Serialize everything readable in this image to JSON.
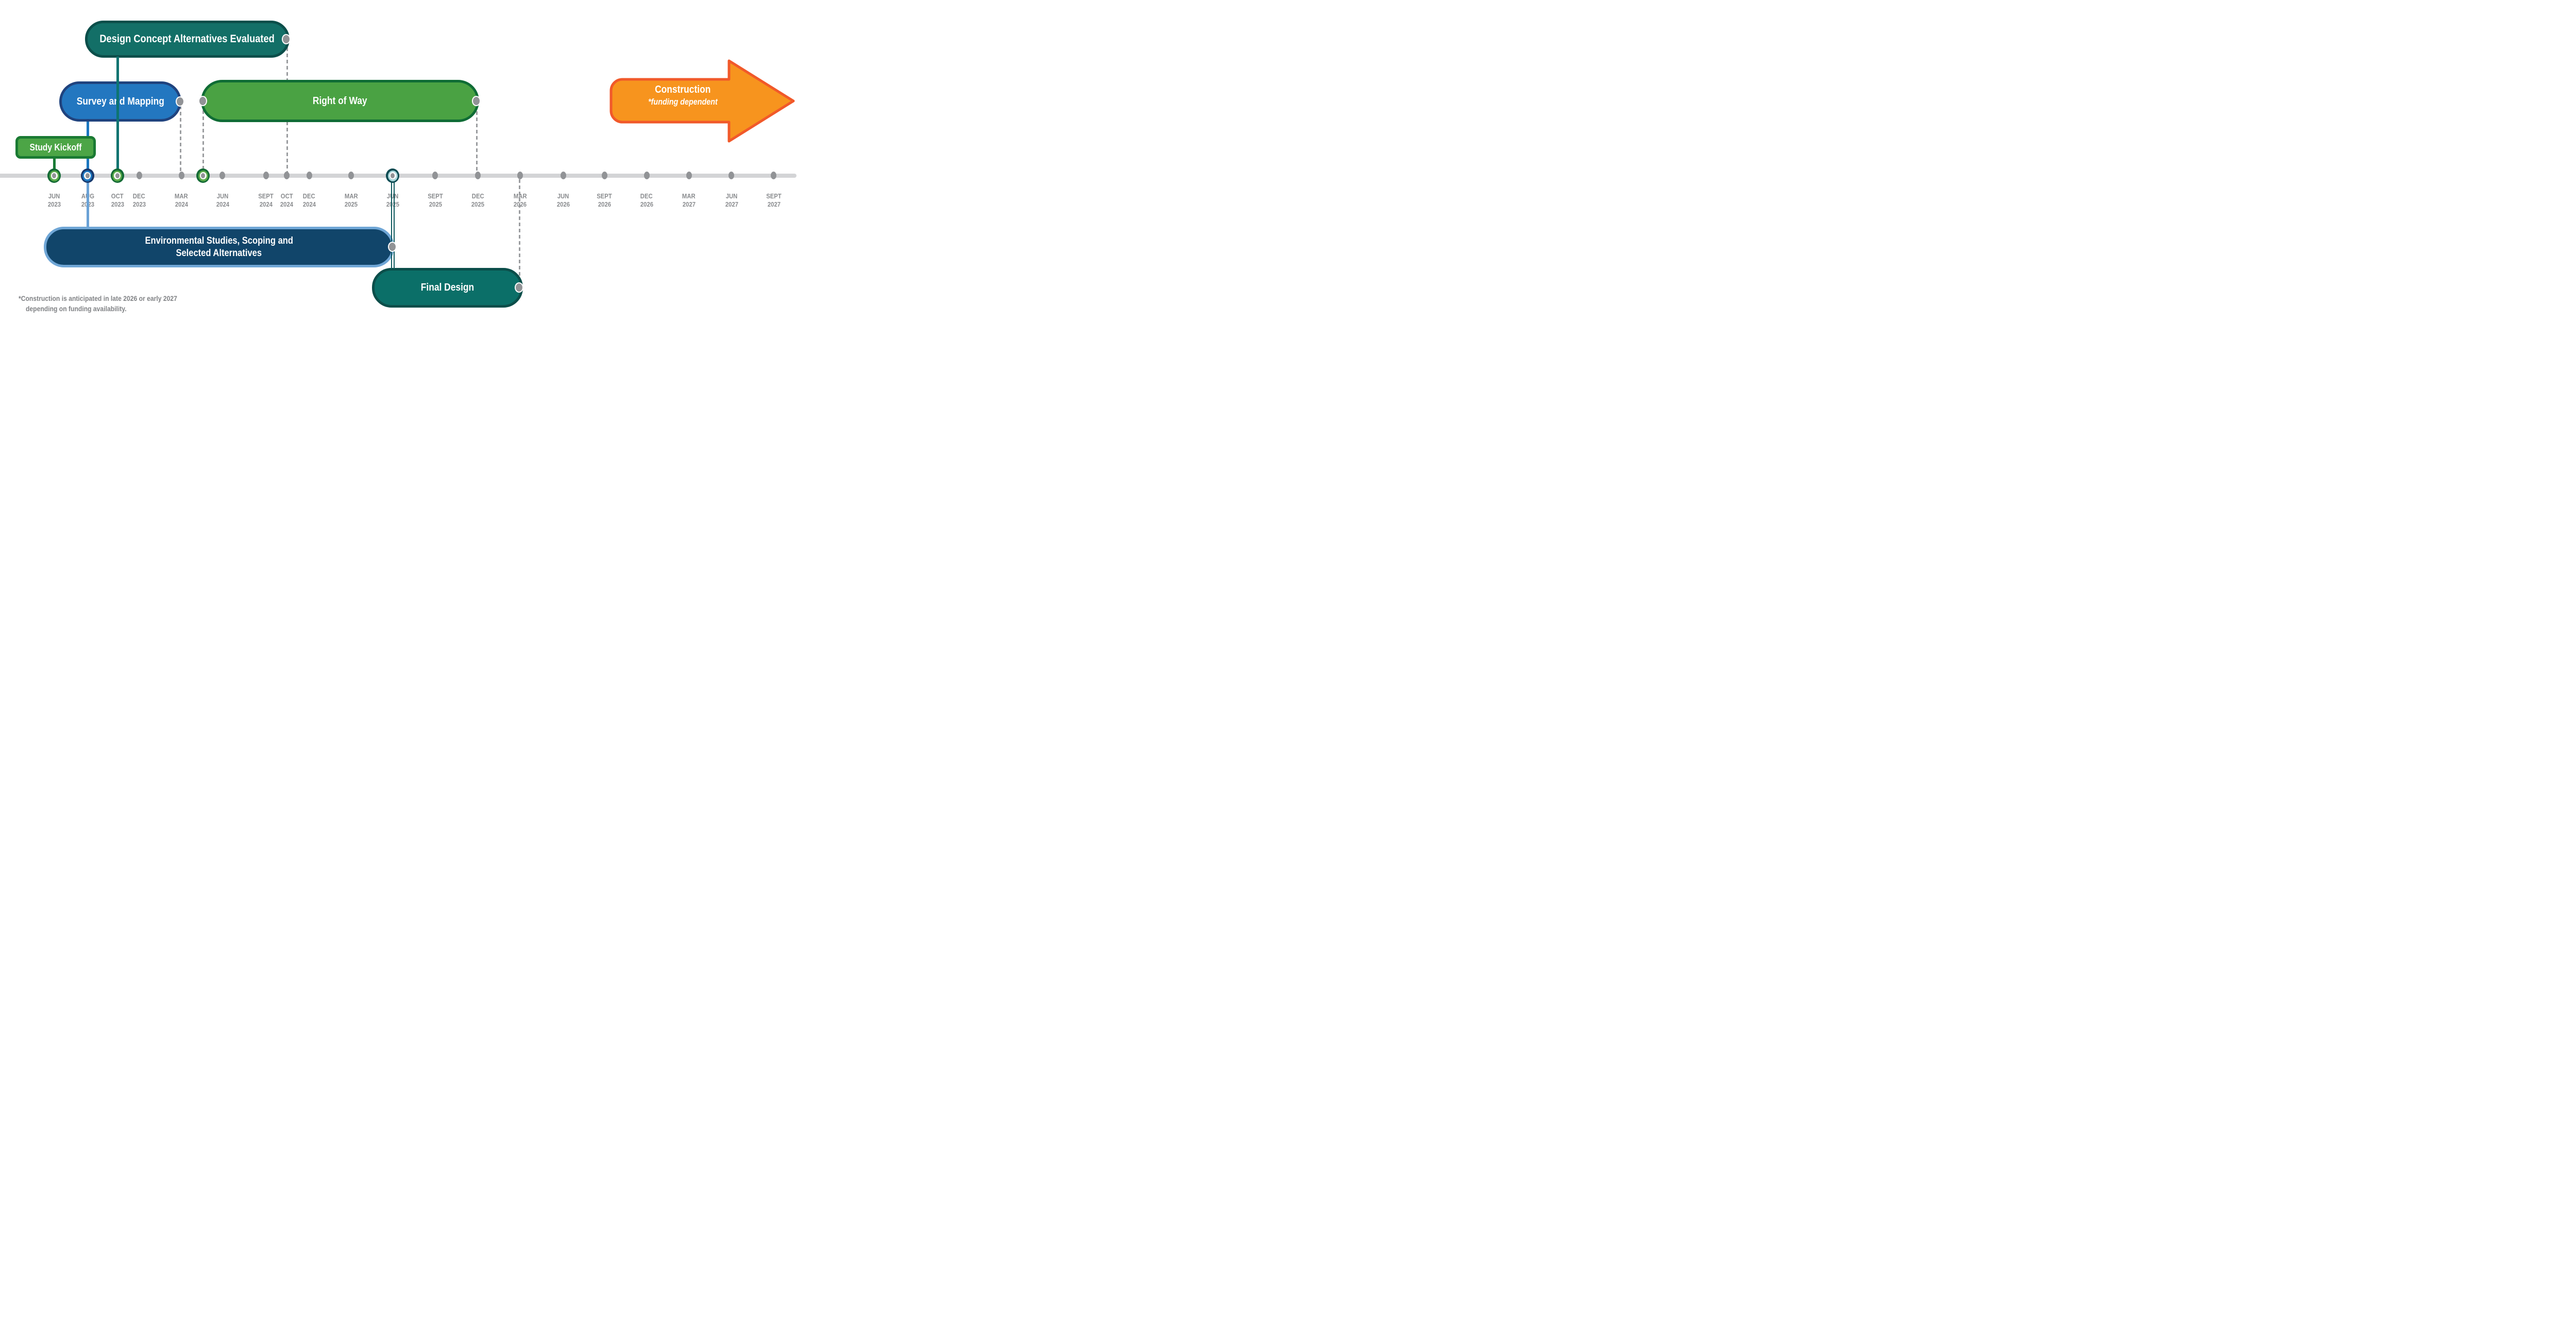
{
  "colors": {
    "axis": "#d3d4d6",
    "axis_dot": "#919396",
    "dashed": "#9b9da0",
    "tick_label": "#8a8c8f",
    "footnote": "#808285",
    "stem_teal": "#0e7471",
    "stem_blue": "#1b77c0",
    "stem_lightblue": "#6aa2d6",
    "stem_green": "#1a7c36",
    "stem_dark_teal": "#0f5a5e"
  },
  "timeline": {
    "marker_styles": {
      "ring-green": {
        "outer": "#146b35",
        "inner": "#5cab4b",
        "core": "#919396"
      },
      "ring-blue": {
        "outer": "#17396e",
        "inner": "#1f7ac3",
        "core": "#919396"
      },
      "ring-teal": {
        "outer": "#0c4b52",
        "inner": "#a9d6da",
        "core": "#919396"
      },
      "dot": {
        "color": "#919396"
      }
    },
    "ticks": [
      {
        "month": "JUN",
        "year": "2023",
        "pos_pct": 6.7,
        "marker": "ring-green"
      },
      {
        "month": "AUG",
        "year": "2023",
        "pos_pct": 10.84,
        "marker": "ring-blue"
      },
      {
        "month": "OCT",
        "year": "2023",
        "pos_pct": 14.54,
        "marker": "ring-green"
      },
      {
        "month": "DEC",
        "year": "2023",
        "pos_pct": 17.22,
        "marker": "dot"
      },
      {
        "month": "MAR",
        "year": "2024",
        "pos_pct": 22.45,
        "marker": "dot"
      },
      {
        "month": "JUN",
        "year": "2024",
        "pos_pct": 27.55,
        "marker": "dot"
      },
      {
        "month": "SEPT",
        "year": "2024",
        "pos_pct": 32.91,
        "marker": "dot"
      },
      {
        "month": "OCT",
        "year": "2024",
        "pos_pct": 35.52,
        "marker": "dot"
      },
      {
        "month": "DEC",
        "year": "2024",
        "pos_pct": 38.27,
        "marker": "dot"
      },
      {
        "month": "MAR",
        "year": "2025",
        "pos_pct": 43.49,
        "marker": "dot"
      },
      {
        "month": "JUN",
        "year": "2025",
        "pos_pct": 48.6,
        "marker": "ring-teal"
      },
      {
        "month": "SEPT",
        "year": "2025",
        "pos_pct": 53.89,
        "marker": "dot"
      },
      {
        "month": "DEC",
        "year": "2025",
        "pos_pct": 59.18,
        "marker": "dot"
      },
      {
        "month": "MAR",
        "year": "2026",
        "pos_pct": 64.41,
        "marker": "dot"
      },
      {
        "month": "JUN",
        "year": "2026",
        "pos_pct": 69.71,
        "marker": "dot"
      },
      {
        "month": "SEPT",
        "year": "2026",
        "pos_pct": 74.81,
        "marker": "dot"
      },
      {
        "month": "DEC",
        "year": "2026",
        "pos_pct": 80.04,
        "marker": "dot"
      },
      {
        "month": "MAR",
        "year": "2027",
        "pos_pct": 85.27,
        "marker": "dot"
      },
      {
        "month": "JUN",
        "year": "2027",
        "pos_pct": 90.56,
        "marker": "dot"
      },
      {
        "month": "SEPT",
        "year": "2027",
        "pos_pct": 95.79,
        "marker": "dot"
      }
    ],
    "extra_markers": [
      {
        "name": "right-of-way-start-marker",
        "marker": "ring-green",
        "pos_pct": 25.13
      }
    ]
  },
  "phases": {
    "study_kickoff": {
      "label": "Study Kickoff",
      "fill": "#4ca546",
      "border": "#1a7a33",
      "starts_at": "JUN 2023"
    },
    "survey": {
      "label": "Survey and Mapping",
      "fill": "#2377c0",
      "border": "#20437e",
      "starts_at": "AUG 2023",
      "ends_at": "MAR 2024"
    },
    "design_concept": {
      "label": "Design Concept Alternatives Evaluated",
      "fill": "#136f67",
      "border": "#0b4e4a",
      "starts_at": "OCT 2023",
      "ends_at": "OCT 2024"
    },
    "right_of_way": {
      "label": "Right of Way",
      "fill": "#4aa243",
      "border": "#0f6c35",
      "starts_at": "between MAR 2024 and JUN 2024",
      "ends_at": "DEC 2025"
    },
    "environmental": {
      "label_line1": "Environmental Studies, Scoping and",
      "label_line2": "Selected Alternatives",
      "fill": "#11456a",
      "border": "#6fa6d6",
      "starts_at": "AUG 2023",
      "ends_at": "JUN 2025"
    },
    "final_design": {
      "label": "Final Design",
      "fill": "#0b6f68",
      "border": "#0b4e4a",
      "starts_at": "JUN 2025",
      "ends_at": "MAR 2026"
    },
    "construction": {
      "label": "Construction",
      "sublabel": "*funding dependent",
      "fill": "#f7941e",
      "border": "#f1592a"
    }
  },
  "footnote": {
    "line1": "*Construction is anticipated in late 2026 or early 2027",
    "line2": "depending on funding availability."
  }
}
